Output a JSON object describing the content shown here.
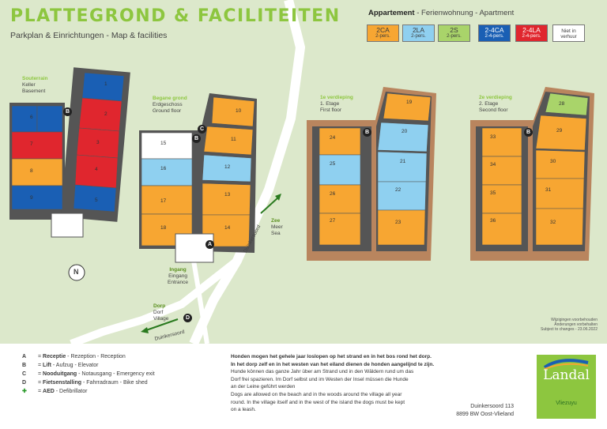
{
  "header": {
    "title": "PLATTEGROND & FACILITEITEN",
    "subtitle": "Parkplan & Einrichtungen - Map & facilities"
  },
  "legend": {
    "heading": "Appartement",
    "heading_rest": " - Ferienwohnung - Apartment",
    "types": [
      {
        "code": "2CA",
        "desc": "2-pers.",
        "color": "#f7a632"
      },
      {
        "code": "2LA",
        "desc": "2-pers.",
        "color": "#8fd0f0"
      },
      {
        "code": "2S",
        "desc": "2-pers.",
        "color": "#a9d46a"
      },
      {
        "code": "2-4CA",
        "desc": "2-4-pers.",
        "color": "#1a5fb4"
      },
      {
        "code": "2-4LA",
        "desc": "2-4-pers.",
        "color": "#e0262e"
      },
      {
        "code": "Niet in",
        "desc": "verhuur",
        "color": "#ffffff"
      }
    ]
  },
  "floors": {
    "basement": {
      "l1": "Souterrain",
      "l2": "Keller",
      "l3": "Basement"
    },
    "ground": {
      "l1": "Begane grond",
      "l2": "Erdgeschoss",
      "l3": "Ground floor"
    },
    "first": {
      "l1": "1e verdieping",
      "l2": "1. Etage",
      "l3": "First floor"
    },
    "second": {
      "l1": "2e verdieping",
      "l2": "2. Etage",
      "l3": "Second floor"
    }
  },
  "places": {
    "entrance": {
      "l1": "Ingang",
      "l2": "Eingang",
      "l3": "Entrance"
    },
    "village": {
      "l1": "Dorp",
      "l2": "Dorf",
      "l3": "Village"
    },
    "sea": {
      "l1": "Zee",
      "l2": "Meer",
      "l3": "Sea"
    },
    "road1": "Duinkersoord",
    "road2": "Duinkersoord",
    "north": "N"
  },
  "rooms": {
    "basement": [
      "1",
      "2",
      "3",
      "4",
      "5",
      "6",
      "7",
      "8",
      "9"
    ],
    "ground": [
      "10",
      "11",
      "12",
      "13",
      "14",
      "15",
      "16",
      "17",
      "18"
    ],
    "first": [
      "19",
      "20",
      "21",
      "22",
      "23",
      "24",
      "25",
      "26",
      "27"
    ],
    "second": [
      "28",
      "29",
      "30",
      "31",
      "32",
      "33",
      "34",
      "35",
      "36"
    ]
  },
  "markers": {
    "a": "A",
    "b": "B",
    "c": "C",
    "d": "D"
  },
  "note": {
    "l1": "Wijzigingen voorbehouden",
    "l2": "Änderungen vorbehalten",
    "l3": "Subject to changes - 23.06.2022"
  },
  "keys": [
    {
      "letter": "A",
      "name": "Receptie",
      "rest": " - Rezeption - Reception"
    },
    {
      "letter": "B",
      "name": "Lift",
      "rest": " - Aufzug - Elevator"
    },
    {
      "letter": "C",
      "name": "Nooduitgang",
      "rest": " - Notausgang - Emergency exit"
    },
    {
      "letter": "D",
      "name": "Fietsenstalling",
      "rest": " - Fahrradraum - Bike shed"
    },
    {
      "letter": "✚",
      "name": "AED",
      "rest": " - Defibrillator"
    }
  ],
  "dogs": {
    "nl1": "Honden mogen het gehele jaar loslopen op het strand en in het bos rond het dorp.",
    "nl2": "In het dorp zelf en in het westen van het eiland dienen de honden aangelijnd te zijn.",
    "de1": "Hunde können das ganze Jahr über am Strand und in den Wäldern rund um das",
    "de2": "Dorf frei spazieren. Im Dorf selbst und im Westen der Insel müssen die Hunde",
    "de3": "an der Leine geführt werden",
    "en1": "Dogs are allowed on the beach and in the woods around the village all year",
    "en2": "round. In the village itself and in the west of the island the dogs must be kept",
    "en3": "on a leash."
  },
  "address": {
    "l1": "Duinkersoord 113",
    "l2": "8899 BW  Oost-Vlieland"
  },
  "logo": {
    "name": "Landal",
    "sub": "Vliezuyu"
  }
}
